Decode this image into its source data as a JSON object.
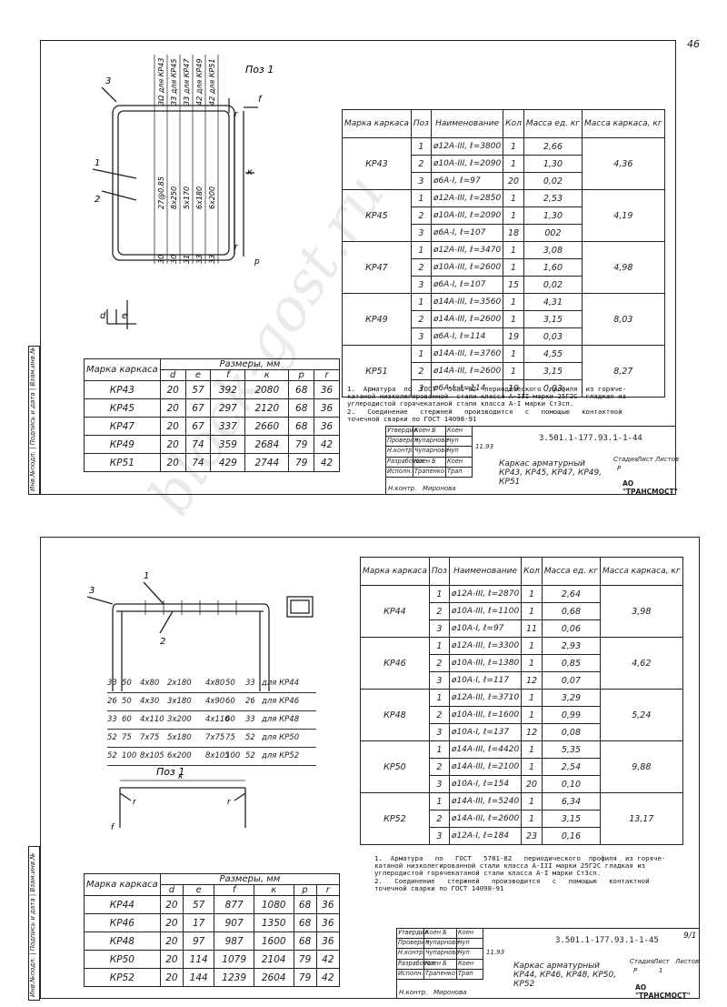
{
  "corner_page": "46",
  "sheet1": {
    "pos_label": "Поз 1",
    "diagram_labels": {
      "f": "f",
      "k": "к",
      "p": "р",
      "r1": "r",
      "r2": "r",
      "n1": "1",
      "n2": "2",
      "n3": "3",
      "d": "d",
      "e": "e"
    },
    "vertical_dims": [
      [
        "27@0.85",
        "30"
      ],
      [
        "8x250",
        "30"
      ],
      [
        "5x170",
        "31"
      ],
      [
        "6x180",
        "33"
      ],
      [
        "6x200",
        "33"
      ]
    ],
    "vertical_top": [
      "3Ω для КР43",
      "33 для КР45",
      "33 для КР47",
      "42 для КР49",
      "42 для КР51"
    ],
    "spec_headers": [
      "Марка каркаса",
      "Поз",
      "Наименование",
      "Кол",
      "Масса ед. кг",
      "Масса каркаса, кг"
    ],
    "spec_rows": [
      {
        "mark": "КР43",
        "items": [
          [
            "1",
            "ø12А-ІІІ, ℓ=3800",
            "1",
            "2,66"
          ],
          [
            "2",
            "ø10А-ІІІ, ℓ=2090",
            "1",
            "1,30"
          ],
          [
            "3",
            "ø6А-І, ℓ=97",
            "20",
            "0,02"
          ]
        ],
        "total": "4,36"
      },
      {
        "mark": "КР45",
        "items": [
          [
            "1",
            "ø12А-ІІІ, ℓ=2850",
            "1",
            "2,53"
          ],
          [
            "2",
            "ø10А-ІІІ, ℓ=2090",
            "1",
            "1,30"
          ],
          [
            "3",
            "ø6А-І, ℓ=107",
            "18",
            "002"
          ]
        ],
        "total": "4,19"
      },
      {
        "mark": "КР47",
        "items": [
          [
            "1",
            "ø12А-ІІІ, ℓ=3470",
            "1",
            "3,08"
          ],
          [
            "2",
            "ø10А-ІІІ, ℓ=2600",
            "1",
            "1,60"
          ],
          [
            "3",
            "ø6А-І, ℓ=107",
            "15",
            "0,02"
          ]
        ],
        "total": "4,98"
      },
      {
        "mark": "КР49",
        "items": [
          [
            "1",
            "ø14А-ІІІ, ℓ=3560",
            "1",
            "4,31"
          ],
          [
            "2",
            "ø14А-ІІІ, ℓ=2600",
            "1",
            "3,15"
          ],
          [
            "3",
            "ø6А-І, ℓ=114",
            "19",
            "0,03"
          ]
        ],
        "total": "8,03"
      },
      {
        "mark": "КР51",
        "items": [
          [
            "1",
            "ø14А-ІІІ, ℓ=3760",
            "1",
            "4,55"
          ],
          [
            "2",
            "ø14А-ІІІ, ℓ=2600",
            "1",
            "3,15"
          ],
          [
            "3",
            "ø6А-І, ℓ=114",
            "19",
            "0,03"
          ]
        ],
        "total": "8,27"
      }
    ],
    "dims_headers": [
      "Марка каркаса",
      "Размеры, мм",
      "d",
      "e",
      "f",
      "к",
      "р",
      "r"
    ],
    "dims_rows": [
      [
        "КР43",
        "20",
        "57",
        "392",
        "2080",
        "68",
        "36"
      ],
      [
        "КР45",
        "20",
        "67",
        "297",
        "2120",
        "68",
        "36"
      ],
      [
        "КР47",
        "20",
        "67",
        "337",
        "2660",
        "68",
        "36"
      ],
      [
        "КР49",
        "20",
        "74",
        "359",
        "2684",
        "79",
        "42"
      ],
      [
        "КР51",
        "20",
        "74",
        "429",
        "2744",
        "79",
        "42"
      ]
    ],
    "notes": "1.  Арматура  по  ГОСТ   5781-82  периодического  профиля  из горяче-\nкатаной низколегированной  стали класса А-ІІІ марки 25Г2С  гладкая из\nуглеродистой горячекатаной стали класса А-І марки Ст3сп.\n2.   Соединение   стержней   производится   с   помощью   контактной\nточечной сварки по ГОСТ 14098-91",
    "stamp": {
      "roles": [
        [
          "Утвердил",
          "Коен Б",
          "Коен"
        ],
        [
          "Проверил",
          "Чупарнова",
          "Чуп"
        ],
        [
          "Н.контр.",
          "Чупарнова",
          "Чуп"
        ],
        [
          "Разработал",
          "Коен Б",
          "Коен"
        ],
        [
          "Исполн.",
          "Трапенко",
          "Трап"
        ]
      ],
      "date": "11.93",
      "code": "3.501.1-177.93.1-1-44",
      "title": "Каркас арматурный КР43, КР45, КР47, КР49, КР51",
      "stage_labels": [
        "Стадия",
        "Лист",
        "Листов"
      ],
      "stage_values": [
        "Р",
        "",
        ""
      ],
      "org": "АО \"ТРАНСМОСТ\"",
      "nkontr": [
        "Н.контр.",
        "Миронова"
      ]
    }
  },
  "sheet2": {
    "pos_label": "Поз 1",
    "diagram_labels": {
      "n1": "1",
      "n2": "2",
      "n3": "3",
      "k": "к",
      "r1": "r",
      "r2": "r",
      "f": "f"
    },
    "bar_rows": [
      [
        "33",
        "50",
        "4x80",
        "2x180",
        "4x80",
        "50",
        "33",
        "для КР44"
      ],
      [
        "26",
        "50",
        "4x30",
        "3x180",
        "4x90",
        "60",
        "26",
        "для КР46"
      ],
      [
        "33",
        "60",
        "4x110",
        "3x200",
        "4x110",
        "60",
        "33",
        "для КР48"
      ],
      [
        "52",
        "75",
        "7x75",
        "5x180",
        "7x75",
        "75",
        "52",
        "для КР50"
      ],
      [
        "52",
        "100",
        "8x105",
        "6x200",
        "8x105",
        "100",
        "52",
        "для КР52"
      ]
    ],
    "spec_headers": [
      "Марка каркаса",
      "Поз",
      "Наименование",
      "Кол",
      "Масса ед. кг",
      "Масса каркаса, кг"
    ],
    "spec_rows": [
      {
        "mark": "КР44",
        "items": [
          [
            "1",
            "ø12А-ІІІ, ℓ=2870",
            "1",
            "2,64"
          ],
          [
            "2",
            "ø10А-ІІІ, ℓ=1100",
            "1",
            "0,68"
          ],
          [
            "3",
            "ø10А-І, ℓ=97",
            "11",
            "0,06"
          ]
        ],
        "total": "3,98"
      },
      {
        "mark": "КР46",
        "items": [
          [
            "1",
            "ø12А-ІІІ, ℓ=3300",
            "1",
            "2,93"
          ],
          [
            "2",
            "ø10А-ІІІ, ℓ=1380",
            "1",
            "0,85"
          ],
          [
            "3",
            "ø10А-І, ℓ=117",
            "12",
            "0,07"
          ]
        ],
        "total": "4,62"
      },
      {
        "mark": "КР48",
        "items": [
          [
            "1",
            "ø12А-ІІІ, ℓ=3710",
            "1",
            "3,29"
          ],
          [
            "2",
            "ø10А-ІІІ, ℓ=1600",
            "1",
            "0,99"
          ],
          [
            "3",
            "ø10А-І, ℓ=137",
            "12",
            "0,08"
          ]
        ],
        "total": "5,24"
      },
      {
        "mark": "КР50",
        "items": [
          [
            "1",
            "ø14А-ІІІ, ℓ=4420",
            "1",
            "5,35"
          ],
          [
            "2",
            "ø14А-ІІІ, ℓ=2100",
            "1",
            "2,54"
          ],
          [
            "3",
            "ø10А-І, ℓ=154",
            "20",
            "0,10"
          ]
        ],
        "total": "9,88"
      },
      {
        "mark": "КР52",
        "items": [
          [
            "1",
            "ø14А-ІІІ, ℓ=5240",
            "1",
            "6,34"
          ],
          [
            "2",
            "ø14А-ІІІ, ℓ=2600",
            "1",
            "3,15"
          ],
          [
            "3",
            "ø12А-І, ℓ=184",
            "23",
            "0,16"
          ]
        ],
        "total": "13,17"
      }
    ],
    "dims_headers": [
      "Марка каркаса",
      "Размеры, мм",
      "d",
      "e",
      "f",
      "к",
      "р",
      "r"
    ],
    "dims_rows": [
      [
        "КР44",
        "20",
        "57",
        "877",
        "1080",
        "68",
        "36"
      ],
      [
        "КР46",
        "20",
        "17",
        "907",
        "1350",
        "68",
        "36"
      ],
      [
        "КР48",
        "20",
        "97",
        "987",
        "1600",
        "68",
        "36"
      ],
      [
        "КР50",
        "20",
        "114",
        "1079",
        "2104",
        "79",
        "42"
      ],
      [
        "КР52",
        "20",
        "144",
        "1239",
        "2604",
        "79",
        "42"
      ]
    ],
    "notes": "1.  Арматура   по   ГОСТ   5781-82   периодического  профиля  из горяче-\nкатаной низколегированной стали класса А-ІІІ марки 25Г2С гладкая из\nуглеродистой горячекатаной стали класса А-І марки Ст3сп.\n2.   Соединение   стержней   производится   с   помощью   контактной\nточечной сварки по ГОСТ 14098-91",
    "stamp": {
      "roles": [
        [
          "Утвердил",
          "Коен Б",
          "Коен"
        ],
        [
          "Проверил",
          "Чупарнова",
          "Чуп"
        ],
        [
          "Н.контр.",
          "Чупарнова",
          "Чуп"
        ],
        [
          "Разработал",
          "Коен Б",
          "Коен"
        ],
        [
          "Исполн.",
          "Трапенко",
          "Трап"
        ]
      ],
      "date": "11.93",
      "code": "3.501.1-177.93.1-1-45",
      "title": "Каркас арматурный КР44, КР46, КР48, КР50, КР52",
      "stage_labels": [
        "Стадия",
        "Лист",
        "Листов"
      ],
      "stage_values": [
        "Р",
        "1",
        ""
      ],
      "org": "АО \"ТРАНСМОСТ\"",
      "nkontr": [
        "Н.контр.",
        "Миронова"
      ],
      "page_mark": "9/1"
    }
  },
  "sidebar_text": "Инв.№подл. | Подпись и дата | Взам.инв.№",
  "watermark": "block-gost.ru"
}
